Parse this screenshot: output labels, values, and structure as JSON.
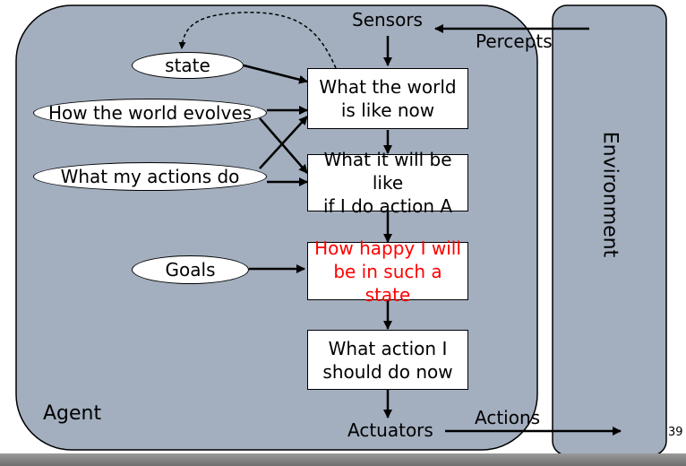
{
  "agent_label": "Agent",
  "environment_label": "Environment",
  "sensors_label": "Sensors",
  "percepts_label": "Percepts",
  "actuators_label": "Actuators",
  "actions_label": "Actions",
  "page_number": "39",
  "ovals": {
    "state": "state",
    "world_evolves": "How the world evolves",
    "my_actions": "What my actions do",
    "goals": "Goals"
  },
  "boxes": {
    "world_now_1": "What the world",
    "world_now_2": "is like now",
    "action_a_1": "What it will be like",
    "action_a_2": "if I do action A",
    "happy_1": "How happy I will",
    "happy_2": "be in such a state",
    "do_now_1": "What action I",
    "do_now_2": "should do now"
  },
  "colors": {
    "agent_fill": "#a3afbf",
    "environment_fill": "#a3afbf",
    "highlight_text": "#ff0000"
  }
}
